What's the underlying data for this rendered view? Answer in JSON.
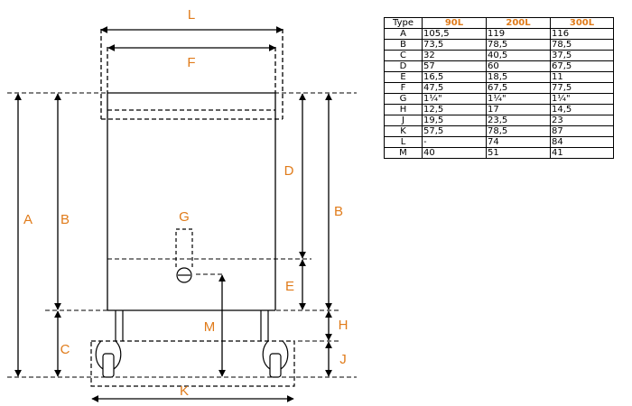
{
  "colors": {
    "label": "#e07b1a",
    "line": "#000000"
  },
  "diagram": {
    "labels": {
      "A": "A",
      "B": "B",
      "B2": "B",
      "C": "C",
      "D": "D",
      "E": "E",
      "F": "F",
      "G": "G",
      "H": "H",
      "J": "J",
      "K": "K",
      "L": "L",
      "M": "M"
    }
  },
  "table": {
    "headers": [
      "Type",
      "90L",
      "200L",
      "300L"
    ],
    "rows": [
      [
        "A",
        "105,5",
        "119",
        "116"
      ],
      [
        "B",
        "73,5",
        "78,5",
        "78,5"
      ],
      [
        "C",
        "32",
        "40,5",
        "37,5"
      ],
      [
        "D",
        "57",
        "60",
        "67,5"
      ],
      [
        "E",
        "16,5",
        "18,5",
        "11"
      ],
      [
        "F",
        "47,5",
        "67,5",
        "77,5"
      ],
      [
        "G",
        "1¼\"",
        "1¼\"",
        "1¼\""
      ],
      [
        "H",
        "12,5",
        "17",
        "14,5"
      ],
      [
        "J",
        "19,5",
        "23,5",
        "23"
      ],
      [
        "K",
        "57,5",
        "78,5",
        "87"
      ],
      [
        "L",
        "-",
        "74",
        "84"
      ],
      [
        "M",
        "40",
        "51",
        "41"
      ]
    ]
  }
}
